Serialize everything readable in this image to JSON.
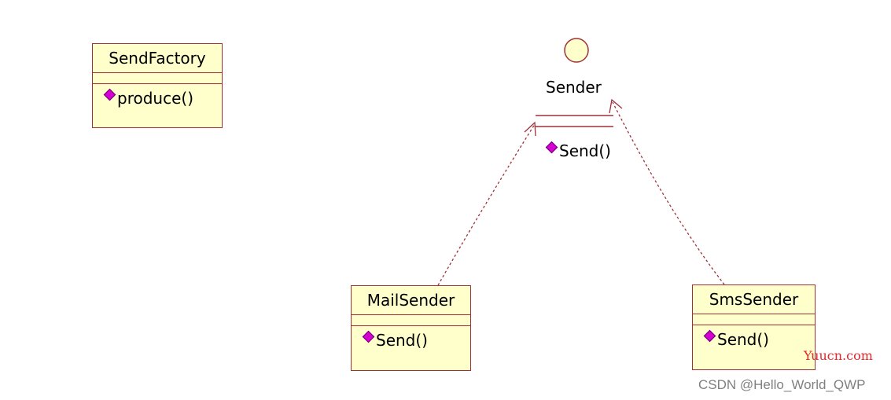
{
  "classes": {
    "send_factory": {
      "name": "SendFactory",
      "op": "produce()"
    },
    "mail_sender": {
      "name": "MailSender",
      "op": "Send()"
    },
    "sms_sender": {
      "name": "SmsSender",
      "op": "Send()"
    }
  },
  "interface": {
    "name": "Sender",
    "op": "Send()"
  },
  "watermarks": {
    "site": "Yuucn.com",
    "author": "CSDN @Hello_World_QWP"
  },
  "colors": {
    "class_fill": "#ffffcc",
    "border": "#a0303a",
    "op_icon": "#d400d4",
    "realization_line": "#a0303a"
  }
}
